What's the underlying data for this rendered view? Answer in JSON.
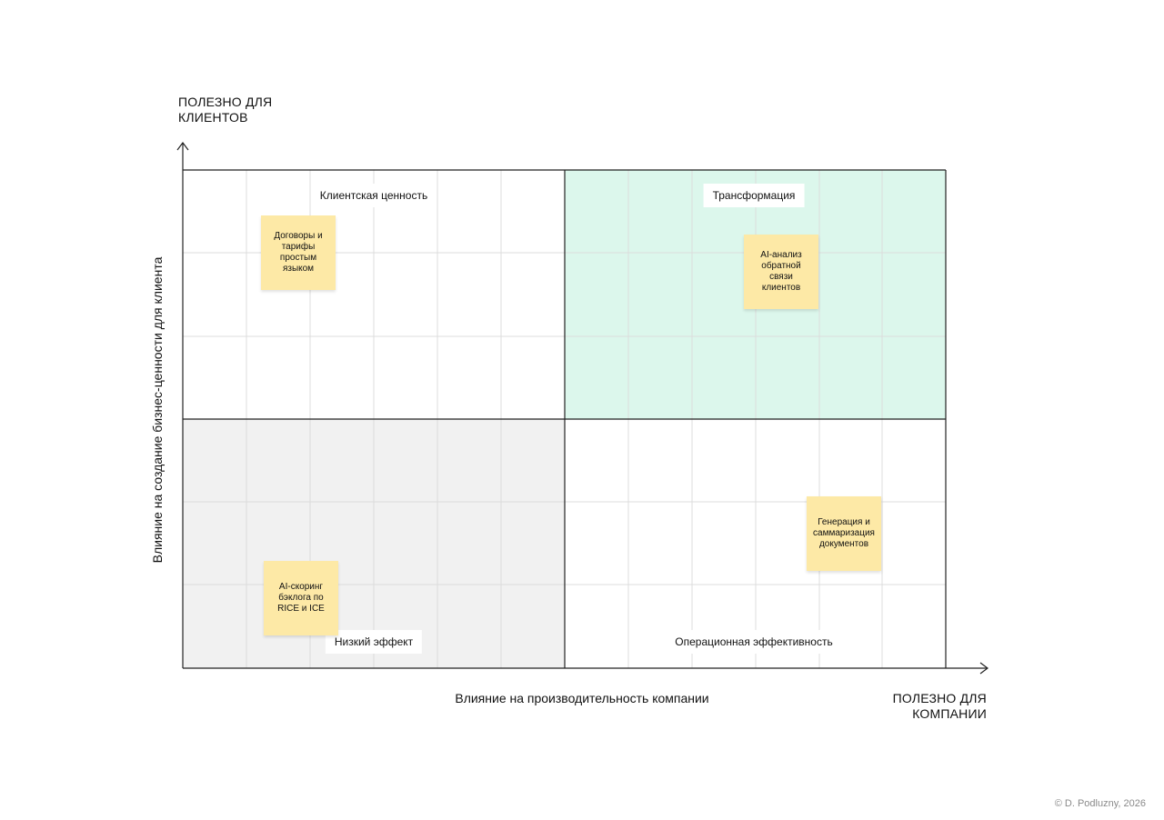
{
  "y_axis": {
    "end_title_lines": [
      "ПОЛЕЗНО ДЛЯ",
      "КЛИЕНТОВ"
    ],
    "label": "Влияние на создание бизнес-ценности для клиента"
  },
  "x_axis": {
    "end_title_lines": [
      "ПОЛЕЗНО ДЛЯ",
      "КОМПАНИИ"
    ],
    "label": "Влияние на производительность компании"
  },
  "quadrants": [
    {
      "id": "top-left",
      "label": "Клиентская ценность",
      "fill": "#ffffff"
    },
    {
      "id": "top-right",
      "label": "Трансформация",
      "fill": "#dcf7ec"
    },
    {
      "id": "bottom-left",
      "label": "Низкий эффект",
      "fill": "#f1f1f1"
    },
    {
      "id": "bottom-right",
      "label": "Операционная эффективность",
      "fill": "#ffffff"
    }
  ],
  "stickies": [
    {
      "id": "contracts",
      "lines": [
        "Договоры и",
        "тарифы",
        "простым",
        "языком"
      ]
    },
    {
      "id": "feedback",
      "lines": [
        "AI-анализ",
        "обратной",
        "связи",
        "клиентов"
      ]
    },
    {
      "id": "docs",
      "lines": [
        "Генерация и",
        "саммаризация",
        "документов"
      ]
    },
    {
      "id": "scoring",
      "lines": [
        "AI-скоринг",
        "бэклога по",
        "RICE и ICE"
      ]
    }
  ],
  "colors": {
    "sticky": "#fde9a6",
    "grid_line": "#dcdcdc",
    "border": "#222222"
  },
  "footer": {
    "credit": "© D. Podluzny, 2026"
  }
}
